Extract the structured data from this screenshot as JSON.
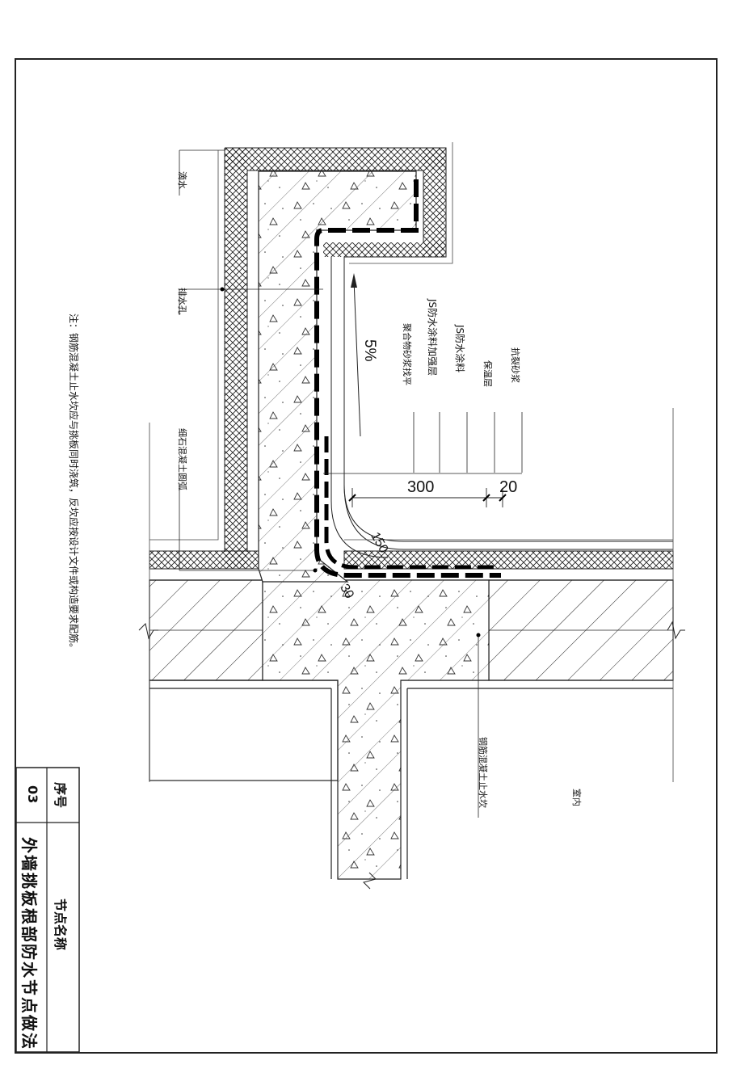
{
  "title_block": {
    "seq_header": "序号",
    "seq_value": "03",
    "name_header": "节点名称",
    "name_value": "外墙挑板根部防水节点做法"
  },
  "note": "注：钢筋混凝土止水坎应与挑板同时浇筑，反坎应按设计文件或构造要求配筋。",
  "labels": {
    "drip": "滴水",
    "drain_hole": "排水孔",
    "fine_stone_fillet": "细石混凝土圆弧",
    "anti_crack_mortar": "抗裂砂浆",
    "insulation_layer": "保温层",
    "js_coating": "JS防水涂料",
    "js_reinforcement": "JS防水涂料加强层",
    "polymer_mortar": "聚合物砂浆找平",
    "water_stop_curb": "钢筋混凝土止水坎",
    "indoor": "室内"
  },
  "dimensions": {
    "d300": "300",
    "d20": "20",
    "d150": "150",
    "d30": "30",
    "slope": "5%"
  }
}
